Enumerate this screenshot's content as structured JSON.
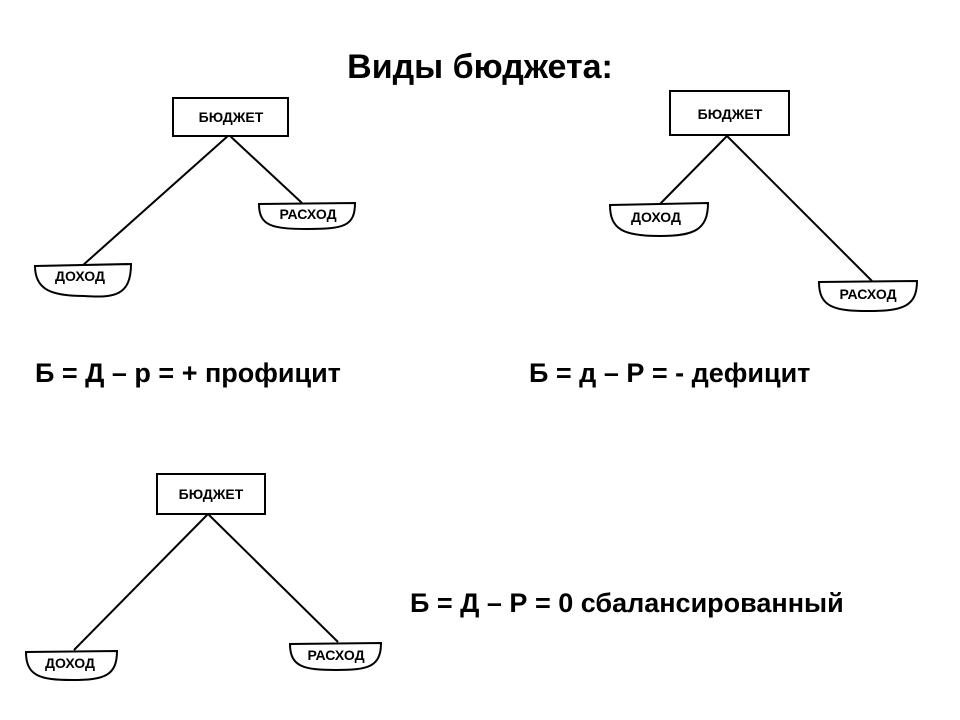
{
  "title": "Виды бюджета:",
  "diagrams": [
    {
      "root": "БЮДЖЕТ",
      "income": "ДОХОД",
      "expense": "РАСХОД",
      "formula": "Б = Д – р = + профицит"
    },
    {
      "root": "БЮДЖЕТ",
      "income": "ДОХОД",
      "expense": "РАСХОД",
      "formula": "Б = д – Р = - дефицит"
    },
    {
      "root": "БЮДЖЕТ",
      "income": "ДОХОД",
      "expense": "РАСХОД",
      "formula": "Б = Д – Р = 0 сбалансированный"
    }
  ]
}
